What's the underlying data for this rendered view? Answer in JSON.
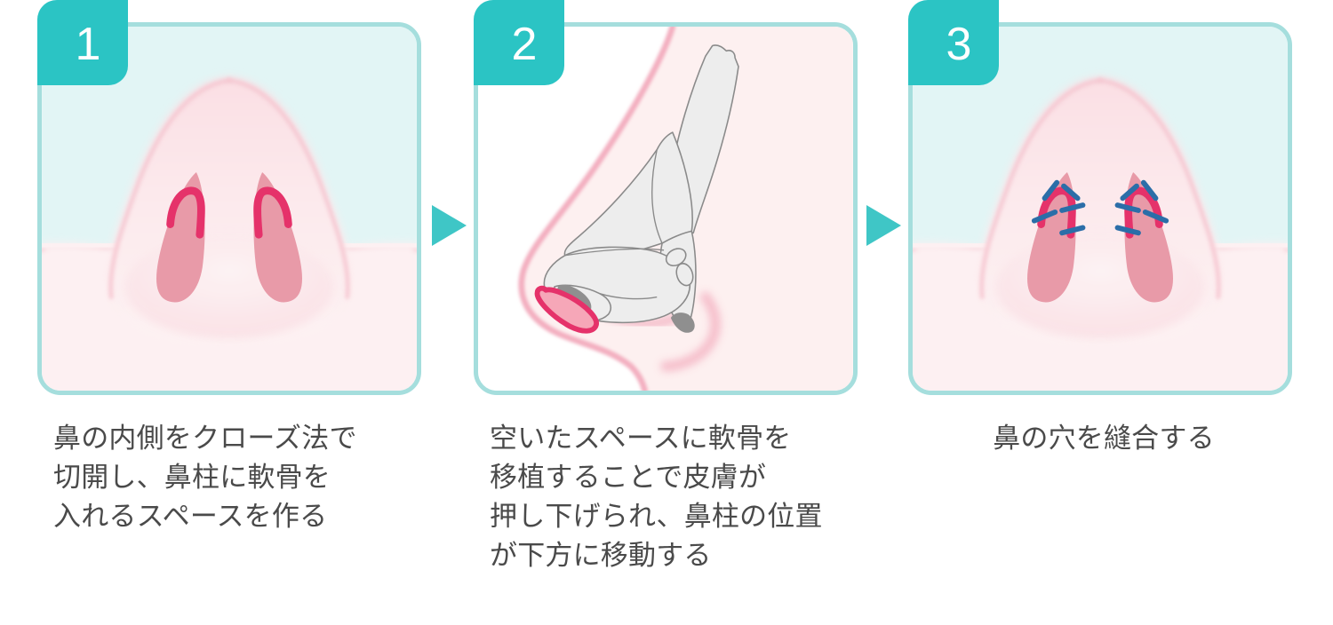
{
  "diagram": {
    "title_visible": false,
    "colors": {
      "badge_teal": "#2bc4c4",
      "panel_border": "#a5dedd",
      "panel_bg_cyan": "#e2f5f5",
      "panel_bg_pink": "#fdf0f0",
      "skin_pink": "#fbe3e6",
      "nostril_pink": "#e89aa8",
      "incision_crimson": "#e5326a",
      "suture_blue": "#2b6ea8",
      "cartilage_gray": "#ededed",
      "cartilage_outline": "#8a8a8a",
      "caption_text": "#4a4a4a"
    },
    "arrows": [
      {
        "name": "arrow-step1-to-step2",
        "glyph": "play-triangle-right-icon"
      },
      {
        "name": "arrow-step2-to-step3",
        "glyph": "play-triangle-right-icon"
      }
    ],
    "steps": [
      {
        "number": "1",
        "illustration": "nose-base-view-with-incision-lines",
        "caption_lines": [
          "鼻の内側をクローズ法で",
          "切開し、鼻柱に軟骨を",
          "入れるスペースを作る"
        ],
        "caption_align": "left"
      },
      {
        "number": "2",
        "illustration": "nose-profile-view-with-cartilage-graft",
        "caption_lines": [
          "空いたスペースに軟骨を",
          "移植することで皮膚が",
          "押し下げられ、鼻柱の位置",
          "が下方に移動する"
        ],
        "caption_align": "left"
      },
      {
        "number": "3",
        "illustration": "nose-base-view-with-sutures",
        "caption_lines": [
          "鼻の穴を縫合する"
        ],
        "caption_align": "center"
      }
    ]
  }
}
